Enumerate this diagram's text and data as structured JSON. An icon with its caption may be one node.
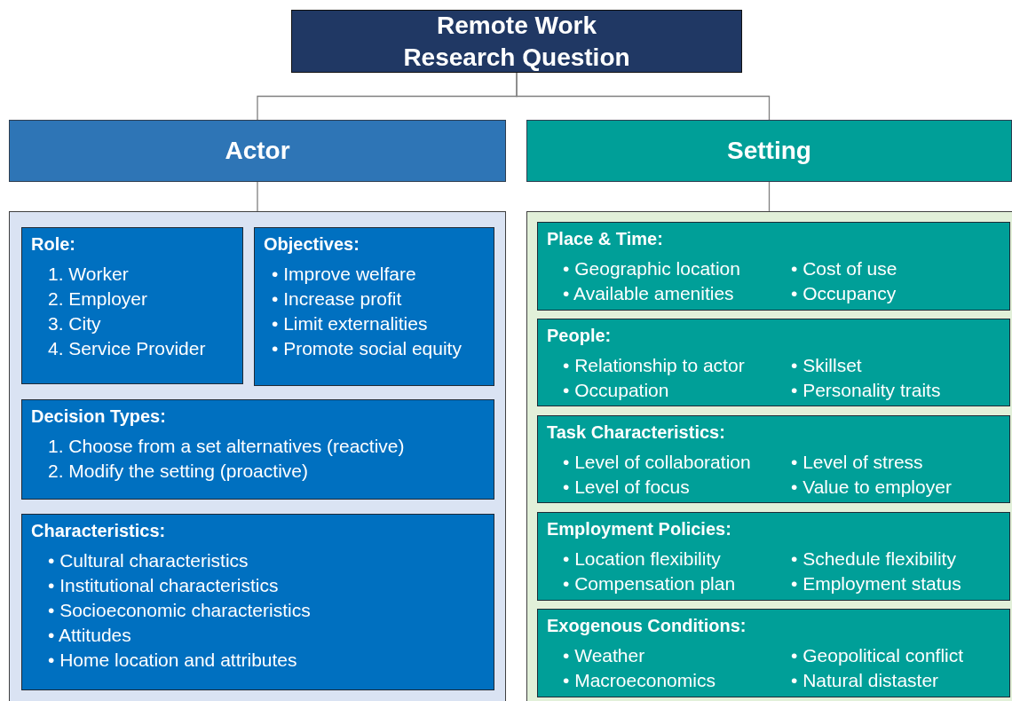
{
  "diagram": {
    "nodes": [
      {
        "text": [
          "Remote Work Research Question"
        ]
      },
      {
        "text": [
          "Actor"
        ]
      },
      {
        "text": [
          "Setting"
        ]
      },
      {
        "text": [],
        "shape": "box"
      },
      {
        "text": [
          "Role:",
          "1. Worker",
          "2. Employer",
          "3. City",
          "4. Service Provider"
        ],
        "in": 3
      },
      {
        "text": [
          "Objectives:",
          "• Improve welfare",
          "• Increase profit",
          "• Limit externalities",
          "• Promote social equity"
        ],
        "in": 3
      },
      {
        "text": [
          "Decision Types:",
          "1. Choose from a set alternatives (reactive)",
          "2. Modify the setting (proactive)"
        ],
        "in": 3
      },
      {
        "text": [
          "Characteristics:",
          "• Cultural characteristics",
          "• Institutional characteristics",
          "• Socioeconomic characteristics",
          "• Attitudes",
          "• Home location and attributes"
        ],
        "in": 3
      },
      {
        "text": [],
        "shape": "box"
      },
      {
        "text": [
          "Place & Time:",
          "• Geographic location",
          "• Cost of use",
          "• Available amenities",
          "• Occupancy"
        ],
        "in": 8
      },
      {
        "text": [
          "People:",
          "• Relationship to actor",
          "• Skillset",
          "• Occupation",
          "• Personality traits"
        ],
        "in": 8
      },
      {
        "text": [
          "Task Characteristics:",
          "• Level of collaboration",
          "• Level of stress",
          "• Level of focus",
          "• Value to employer"
        ],
        "in": 8
      },
      {
        "text": [
          "Employment Policies:",
          "• Location flexibility",
          "• Schedule flexibility",
          "• Compensation plan",
          "• Employment status"
        ],
        "in": 8
      },
      {
        "text": [
          "Exogenous Conditions:",
          "• Weather",
          "• Geopolitical conflict",
          "• Macroeconomics",
          "• Natural distaster"
        ],
        "in": 8
      }
    ],
    "edges": [
      {
        "from": 0,
        "to": 1,
        "arrow": "none"
      },
      {
        "from": 0,
        "to": 2,
        "arrow": "none"
      },
      {
        "from": 1,
        "to": 3,
        "arrow": "none"
      },
      {
        "from": 2,
        "to": 8,
        "arrow": "none"
      }
    ]
  }
}
